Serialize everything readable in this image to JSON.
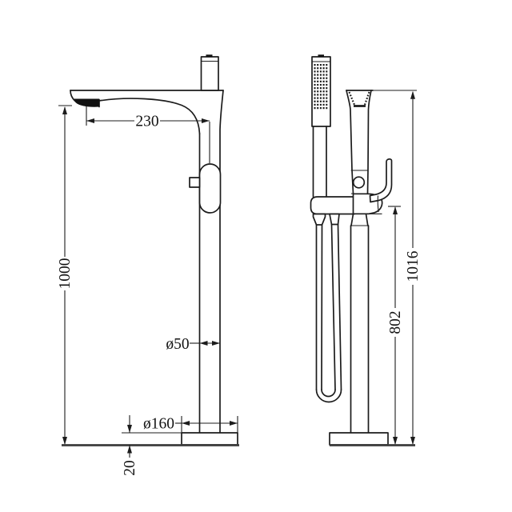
{
  "drawing": {
    "labels": {
      "spout_reach": "230",
      "spout_height": "1000",
      "column_diameter": "ø50",
      "base_diameter": "ø160",
      "base_thickness": "20",
      "overall_height": "1016",
      "outlet_height": "802"
    },
    "colors": {
      "line": "#1c1c1c",
      "background": "#ffffff"
    }
  }
}
